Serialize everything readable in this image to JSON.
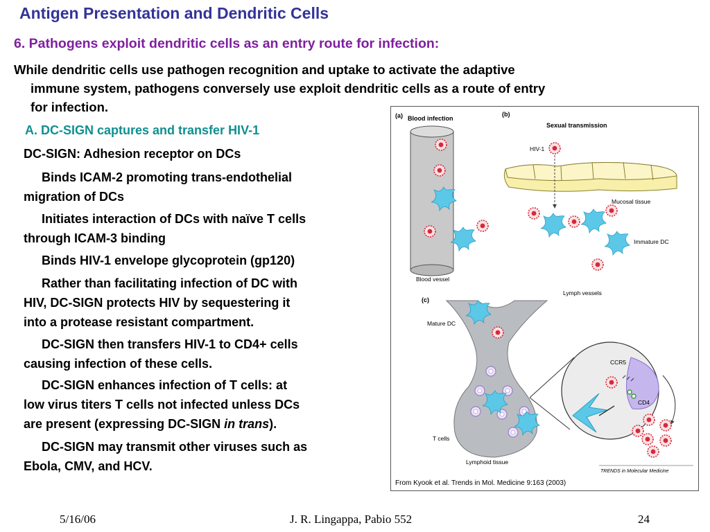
{
  "slide": {
    "title": "Antigen Presentation and Dendritic Cells",
    "subtitle": "6.  Pathogens exploit dendritic cells as an entry route for infection:",
    "intro": {
      "line1": "While dendritic cells use pathogen recognition and uptake to activate the adaptive",
      "line2": "immune system, pathogens conversely use exploit dendritic cells as a route of entry",
      "line3": "for infection."
    },
    "section_a": "A.  DC-SIGN captures and transfer HIV-1",
    "points": {
      "p0": "DC-SIGN:  Adhesion receptor on DCs",
      "p1a": "Binds ICAM-2 promoting trans-endothelial",
      "p1b": "migration of DCs",
      "p2a": "Initiates interaction of DCs with naïve T cells",
      "p2b": "through ICAM-3 binding",
      "p3": "Binds HIV-1 envelope glycoprotein (gp120)",
      "p4a": "Rather than facilitating infection of DC with",
      "p4b": "HIV, DC-SIGN protects HIV by sequestering it",
      "p4c": "into a protease resistant compartment.",
      "p5a": "DC-SIGN then transfers HIV-1 to CD4+ cells",
      "p5b": "causing infection of these cells.",
      "p6a": "DC-SIGN enhances infection of T cells:  at",
      "p6b": "low virus titers T cells not infected unless DCs",
      "p6c_pre": "are present (expressing DC-SIGN ",
      "p6c_em": "in trans",
      "p6c_post": ").",
      "p7a": "DC-SIGN may transmit other viruses such as",
      "p7b": "Ebola, CMV, and HCV."
    }
  },
  "figure": {
    "panel_a": "(a)",
    "panel_b": "(b)",
    "panel_c": "(c)",
    "blood_infection": "Blood infection",
    "blood_vessel": "Blood vessel",
    "sexual_transmission": "Sexual transmission",
    "hiv1": "HIV-1",
    "mucosal_tissue": "Mucosal tissue",
    "immature_dc": "Immature DC",
    "lymph_vessels": "Lymph vessels",
    "mature_dc": "Mature DC",
    "ccr5": "CCR5",
    "cd4": "CD4",
    "t_cells": "T cells",
    "lymphoid_tissue": "Lymphoid tissue",
    "journal": "TRENDS in Molecular Medicine",
    "citation": "From Kyook et al. Trends in Mol. Medicine 9:163 (2003)"
  },
  "footer": {
    "date": "5/16/06",
    "author": "J. R. Lingappa, Pabio 552",
    "page": "24"
  },
  "colors": {
    "title": "#333399",
    "subtitle": "#7f1f9f",
    "section": "#0f8f8f",
    "virus": "#d42a3a",
    "dc": "#5bc8e8"
  }
}
